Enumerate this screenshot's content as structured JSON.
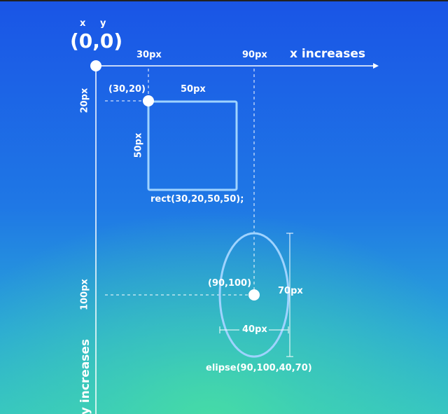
{
  "origin": {
    "x_letter": "x",
    "y_letter": "y",
    "label": "(0,0)"
  },
  "x_axis": {
    "label": "x increases",
    "ticks": [
      "30px",
      "90px"
    ]
  },
  "y_axis": {
    "label": "y increases",
    "ticks": [
      "20px",
      "100px"
    ]
  },
  "rect": {
    "corner_label": "(30,20)",
    "width_label": "50px",
    "height_label": "50px",
    "code": "rect(30,20,50,50);"
  },
  "ellipse": {
    "center_label": "(90,100)",
    "width_label": "40px",
    "height_label": "70px",
    "code": "elipse(90,100,40,70)"
  },
  "colors": {
    "shape_stroke": "#9fd3ff",
    "axis": "#ffffff"
  }
}
